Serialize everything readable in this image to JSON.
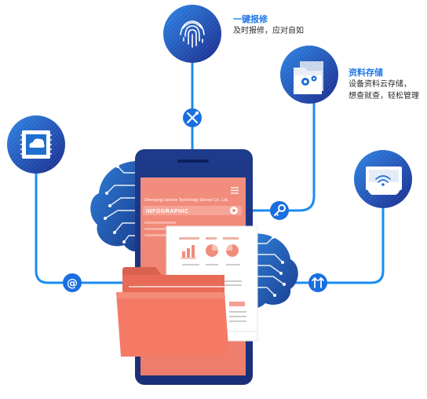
{
  "features": [
    {
      "title": "一键报修",
      "lines": [
        "及时报修，应对自如"
      ],
      "icon": "fingerprint-icon"
    },
    {
      "title": "资料存储",
      "lines": [
        "设备资料云存储，",
        "想查就查，轻松管理"
      ],
      "icon": "folder-gear-icon"
    },
    {
      "title": "",
      "lines": [],
      "icon": "cloud-chip-icon"
    },
    {
      "title": "",
      "lines": [],
      "icon": "wifi-monitor-icon"
    }
  ],
  "badges": [
    "wrench-screwdriver-icon",
    "key-icon",
    "at-sign-icon",
    "updown-arrows-icon"
  ],
  "screen": {
    "company": "Shenyang Lianvice Technology Service Co., Ltd.",
    "banner": "INFOGRAPHIC"
  },
  "colors": {
    "line_blue": "#1a8cf0",
    "circle_dark": "#1c2a8e",
    "circle_light": "#2d7ad8",
    "phone_body": "#1e3a8a",
    "screen_pink": "#f08c7c",
    "folder": "#f47a66"
  }
}
